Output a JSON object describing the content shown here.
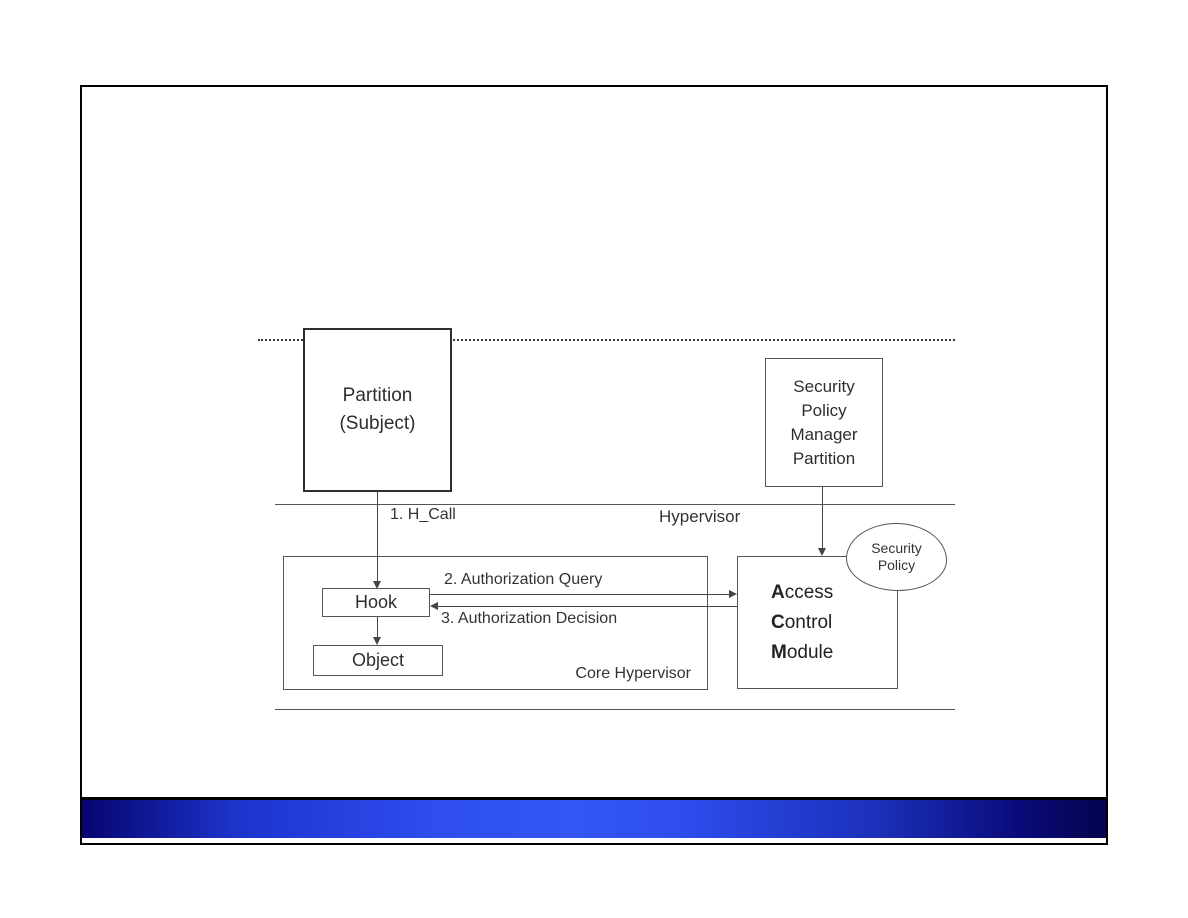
{
  "diagram": {
    "partition_lines": [
      "Partition",
      "(Subject)"
    ],
    "spm_lines": [
      "Security",
      "Policy",
      "Manager",
      "Partition"
    ],
    "hypervisor_label": "Hypervisor",
    "core_hypervisor_label": "Core Hypervisor",
    "hook_label": "Hook",
    "object_label": "Object",
    "acm_lines": [
      "Access",
      "Control",
      "Module"
    ],
    "security_policy_lines": [
      "Security",
      "Policy"
    ],
    "arrows": {
      "hcall": "1. H_Call",
      "auth_query": "2. Authorization Query",
      "auth_decision": "3. Authorization Decision"
    },
    "colors": {
      "line_gray": "#555555",
      "text_dark": "#333333",
      "accent_bar_edge": "#04044e",
      "accent_bar_bright": "#3356f5",
      "frame_border": "#000000"
    }
  }
}
